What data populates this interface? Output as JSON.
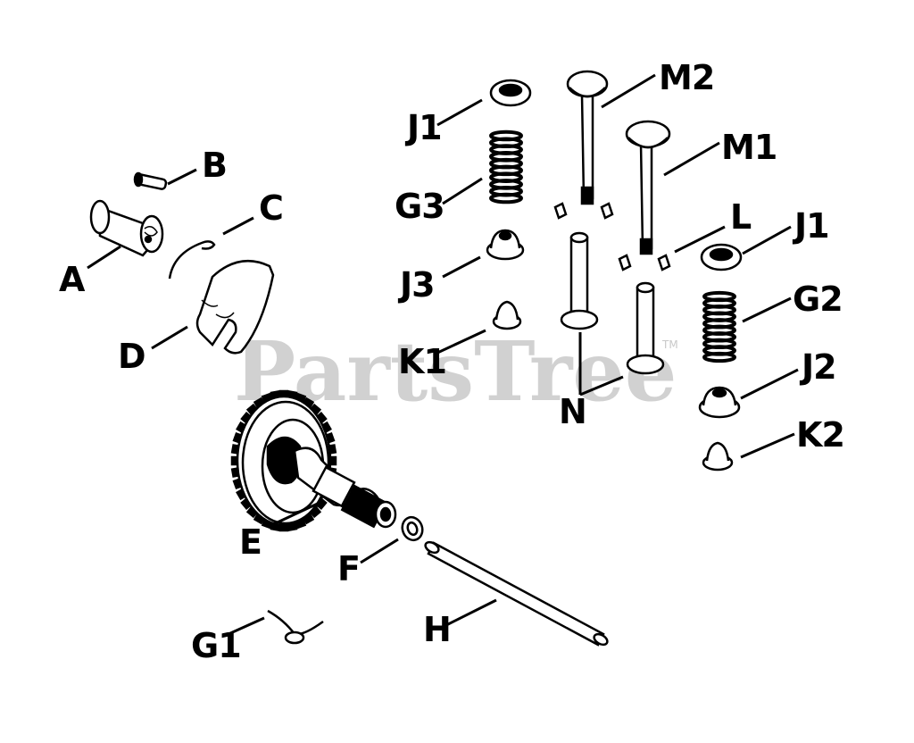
{
  "watermark": {
    "text": "PartsTree",
    "tm": "TM"
  },
  "labels": {
    "A": "A",
    "B": "B",
    "C": "C",
    "D": "D",
    "E": "E",
    "F": "F",
    "G1": "G1",
    "G2": "G2",
    "G3": "G3",
    "H": "H",
    "J1_left": "J1",
    "J1_right": "J1",
    "J2": "J2",
    "J3": "J3",
    "K1": "K1",
    "K2": "K2",
    "L": "L",
    "M1": "M1",
    "M2": "M2",
    "N": "N"
  }
}
